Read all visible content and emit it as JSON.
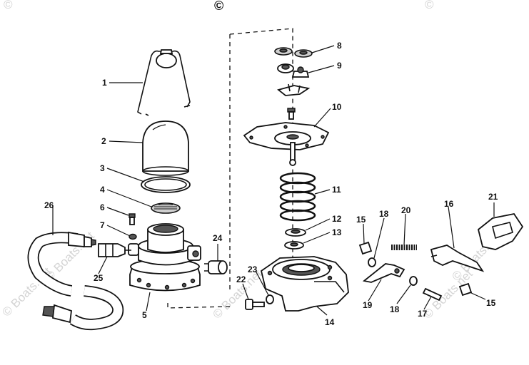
{
  "copyright_symbol": "©",
  "watermark": {
    "text": "© Boats.net",
    "color": "#d4d4d4"
  },
  "callouts": [
    "1",
    "2",
    "3",
    "4",
    "5",
    "6",
    "7",
    "8",
    "9",
    "10",
    "11",
    "12",
    "13",
    "14",
    "15",
    "15",
    "16",
    "17",
    "18",
    "18",
    "19",
    "20",
    "21",
    "22",
    "23",
    "24",
    "25",
    "26"
  ],
  "colors": {
    "ink": "#111111",
    "background": "#ffffff"
  }
}
